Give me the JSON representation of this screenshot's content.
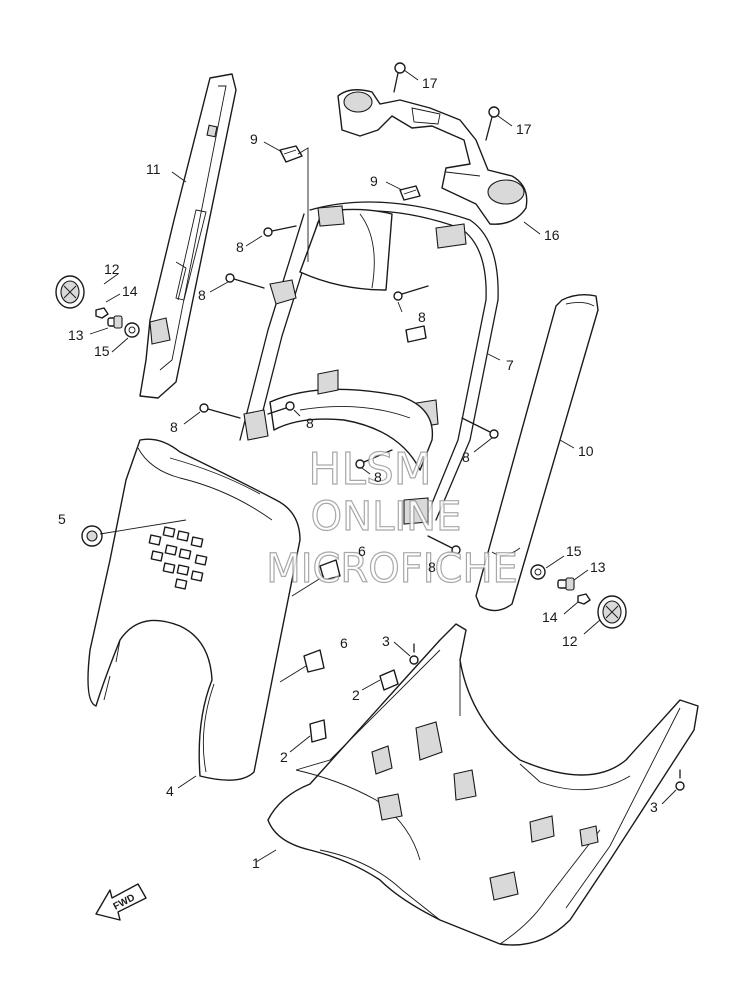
{
  "diagram": {
    "callouts": [
      {
        "id": "c1",
        "label": "1"
      },
      {
        "id": "c2a",
        "label": "2"
      },
      {
        "id": "c2b",
        "label": "2"
      },
      {
        "id": "c3a",
        "label": "3"
      },
      {
        "id": "c3b",
        "label": "3"
      },
      {
        "id": "c4",
        "label": "4"
      },
      {
        "id": "c5",
        "label": "5"
      },
      {
        "id": "c6a",
        "label": "6"
      },
      {
        "id": "c6b",
        "label": "6"
      },
      {
        "id": "c7",
        "label": "7"
      },
      {
        "id": "c8a",
        "label": "8"
      },
      {
        "id": "c8b",
        "label": "8"
      },
      {
        "id": "c8c",
        "label": "8"
      },
      {
        "id": "c8d",
        "label": "8"
      },
      {
        "id": "c8e",
        "label": "8"
      },
      {
        "id": "c8f",
        "label": "8"
      },
      {
        "id": "c8g",
        "label": "8"
      },
      {
        "id": "c8h",
        "label": "8"
      },
      {
        "id": "c9a",
        "label": "9"
      },
      {
        "id": "c9b",
        "label": "9"
      },
      {
        "id": "c10",
        "label": "10"
      },
      {
        "id": "c11",
        "label": "11"
      },
      {
        "id": "c12a",
        "label": "12"
      },
      {
        "id": "c12b",
        "label": "12"
      },
      {
        "id": "c13a",
        "label": "13"
      },
      {
        "id": "c13b",
        "label": "13"
      },
      {
        "id": "c14a",
        "label": "14"
      },
      {
        "id": "c14b",
        "label": "14"
      },
      {
        "id": "c15a",
        "label": "15"
      },
      {
        "id": "c15b",
        "label": "15"
      },
      {
        "id": "c16",
        "label": "16"
      },
      {
        "id": "c17a",
        "label": "17"
      },
      {
        "id": "c17b",
        "label": "17"
      }
    ],
    "direction_marker": "FWD",
    "watermark": [
      "HLSM",
      "ONLINE",
      "MICROFICHE"
    ]
  }
}
